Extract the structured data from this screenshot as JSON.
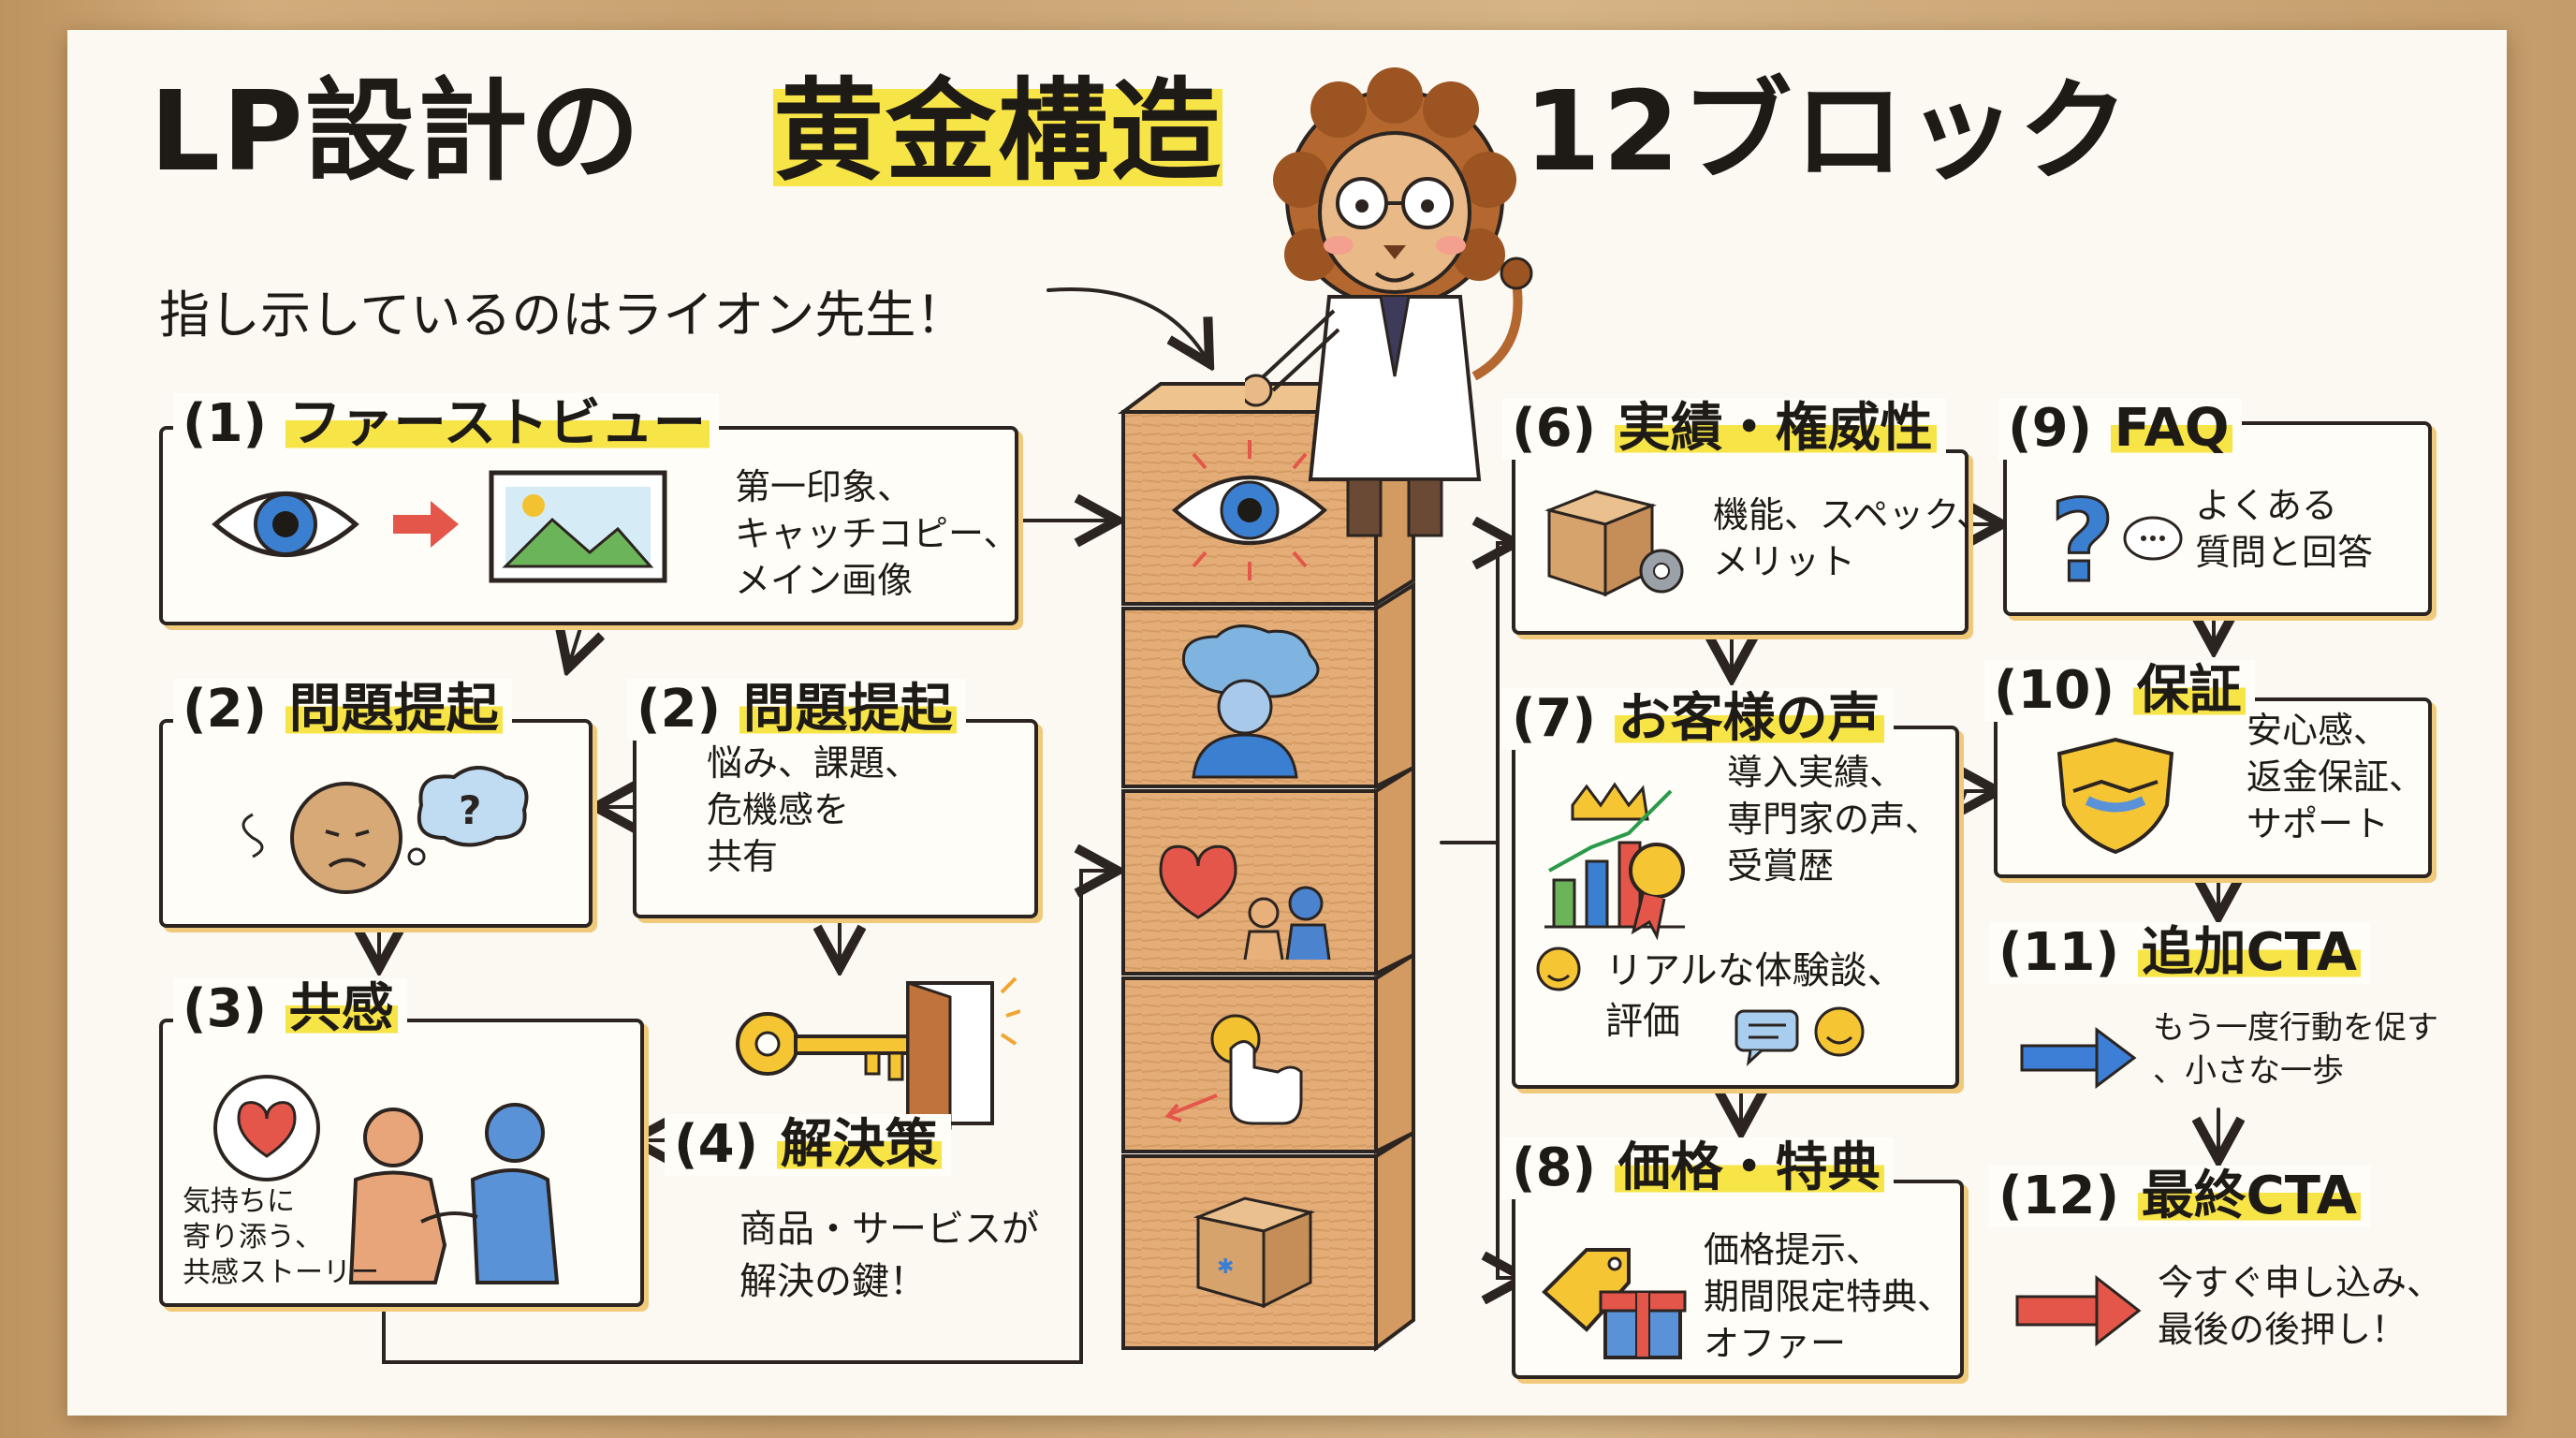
{
  "title": {
    "part1": "LP設計の",
    "part2": "黄金構造",
    "part3": "12ブロック"
  },
  "subtitle": "指し示しているのはライオン先生！",
  "blocks": [
    {
      "num": "(1)",
      "label": "ファーストビュー",
      "desc": "第一印象、\nキャッチコピー、\nメイン画像"
    },
    {
      "num": "(2)",
      "label": "問題提起",
      "desc": ""
    },
    {
      "num": "(2)",
      "label": "問題提起",
      "desc": "悩み、課題、\n危機感を\n共有"
    },
    {
      "num": "(3)",
      "label": "共感",
      "desc": "気持ちに\n寄り添う、\n共感ストーリー"
    },
    {
      "num": "(4)",
      "label": "解決策",
      "desc": "商品・サービスが\n解決の鍵！"
    },
    {
      "num": "(6)",
      "label": "実績・権威性",
      "desc": "機能、スペック、\nメリット"
    },
    {
      "num": "(7)",
      "label": "お客様の声",
      "desc": "導入実績、\n専門家の声、\n受賞歴",
      "desc2": "リアルな体験談、\n評価"
    },
    {
      "num": "(8)",
      "label": "価格・特典",
      "desc": "価格提示、\n期間限定特典、\nオファー"
    },
    {
      "num": "(9)",
      "label": "FAQ",
      "desc": "よくある\n質問と回答"
    },
    {
      "num": "(10)",
      "label": "保証",
      "desc": "安心感、\n返金保証、\nサポート"
    },
    {
      "num": "(11)",
      "label": "追加CTA",
      "desc": "もう一度行動を促す\n、小さな一歩"
    },
    {
      "num": "(12)",
      "label": "最終CTA",
      "desc": "今すぐ申し込み、\n最後の後押し！"
    }
  ],
  "colors": {
    "highlight": "#f7e447",
    "box_shadow": "#f0c97a",
    "ink": "#1e1a16",
    "crate": "#e2ac76",
    "eye_blue": "#3b7fd0",
    "arrow_red": "#e4564a",
    "arrow_blue": "#3d7fd6",
    "paper": "#fbf9f2"
  },
  "icons": [
    "eye-icon",
    "image-icon",
    "confused-face-icon",
    "question-bubble-icon",
    "key-icon",
    "door-icon",
    "heart-icon",
    "handshake-people-icon",
    "box-gear-icon",
    "question-mark-icon",
    "chat-icon",
    "shield-handshake-icon",
    "crown-chart-icon",
    "medal-icon",
    "smile-icon",
    "price-tag-icon",
    "gift-icon",
    "lion-teacher-icon"
  ]
}
